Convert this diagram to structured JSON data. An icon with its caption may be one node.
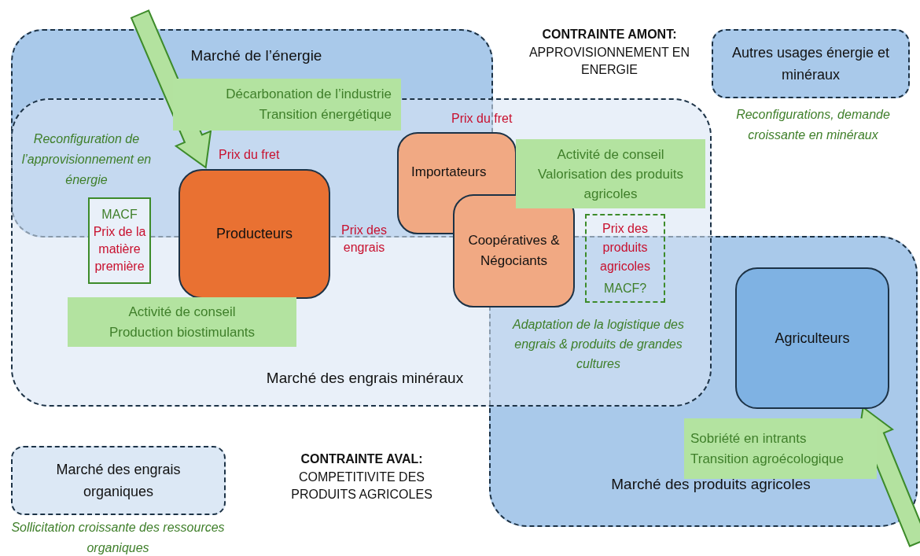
{
  "diagram": {
    "nodes": [
      {
        "text": [
          "Marché de l’énergie"
        ]
      },
      {
        "text": [
          "Marché des engrais minéraux"
        ]
      },
      {
        "text": [
          "Décarbonation de l’industrie",
          "Transition énergétique"
        ],
        "in": 0
      },
      {
        "text": [
          "Autres usages énergie et minéraux"
        ],
        "beside": [
          "Reconfigurations, demande croissante en minéraux"
        ]
      },
      {
        "text": [
          "Producteurs"
        ],
        "in": 1
      },
      {
        "text": [
          "MACF",
          "Prix de la matière première"
        ],
        "in": 1
      },
      {
        "text": [
          "Activité de conseil",
          "Production biostimulants"
        ],
        "in": 1
      },
      {
        "text": [
          "Importateurs"
        ],
        "in": 1
      },
      {
        "text": [
          "Coopératives & Négociants"
        ],
        "in": 1
      },
      {
        "text": [
          "Activité de conseil",
          "Valorisation des produits agricoles"
        ],
        "in": 1
      },
      {
        "text": [
          "Prix des produits agricoles",
          "MACF?"
        ],
        "in": 1
      },
      {
        "text": [
          "Marché des produits agricoles"
        ]
      },
      {
        "text": [
          "Agriculteurs"
        ],
        "in": 11
      },
      {
        "text": [
          "Sobriété en intrants",
          "Transition agroécologique"
        ],
        "in": 11
      },
      {
        "text": [
          "Marché des engrais organiques"
        ],
        "beside": [
          "Sollicitation croissante des ressources organiques"
        ]
      }
    ],
    "edges": [
      {
        "from": null,
        "to": 4,
        "arrow": "to",
        "style": "thick"
      },
      {
        "from": null,
        "to": 12,
        "arrow": "to",
        "style": "thick"
      }
    ],
    "labels": [
      "CONTRAINTE AMONT:",
      "APPROVISIONNEMENT EN ENERGIE",
      "Reconfiguration de l’approvisionnement en énergie",
      "Prix du fret",
      "Prix des engrais",
      "Prix du fret",
      "Adaptation de la logistique des engrais & produits de grandes cultures",
      "CONTRAINTE AVAL:",
      "COMPETITIVITE DES PRODUITS AGRICOLES"
    ]
  }
}
